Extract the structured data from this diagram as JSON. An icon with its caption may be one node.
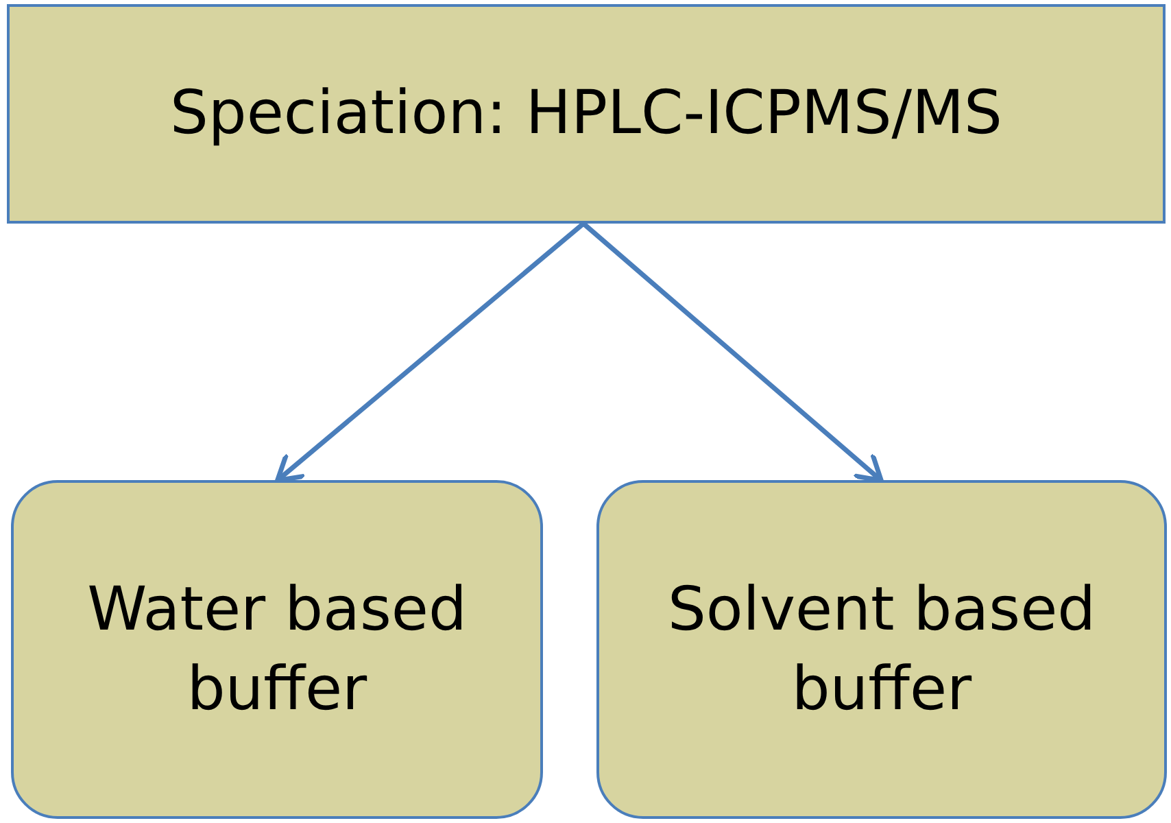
{
  "diagram": {
    "nodes": [
      {
        "text": [
          "Speciation: HPLC-ICPMS/MS"
        ]
      },
      {
        "text": [
          "Water based buffer"
        ]
      },
      {
        "text": [
          "Solvent based buffer"
        ]
      }
    ],
    "edges": [
      {
        "from": 0,
        "to": 1,
        "arrow": "to"
      },
      {
        "from": 0,
        "to": 2,
        "arrow": "to"
      }
    ]
  }
}
